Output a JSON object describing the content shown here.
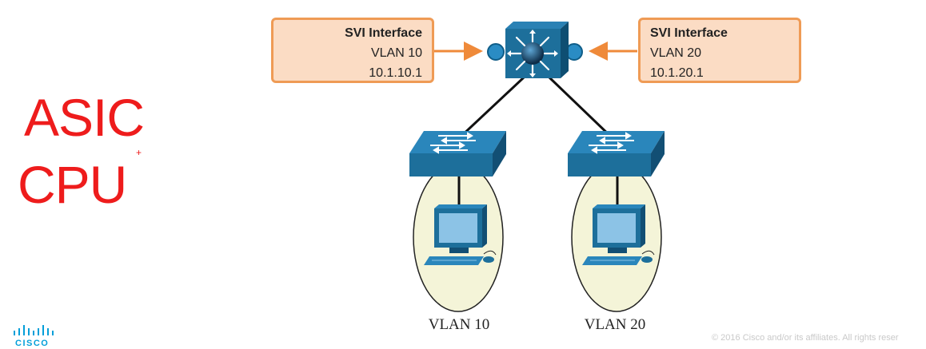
{
  "annotations": {
    "asic": "ASIC",
    "cpu": "CPU",
    "plus": "+"
  },
  "svi_left": {
    "header": "SVI Interface",
    "vlan": "VLAN 10",
    "ip": "10.1.10.1"
  },
  "svi_right": {
    "header": "SVI Interface",
    "vlan": "VLAN 20",
    "ip": "10.1.20.1"
  },
  "vlan_labels": [
    "VLAN 10",
    "VLAN 20"
  ],
  "footer": {
    "logo_text": "CISCO",
    "copyright": "© 2016  Cisco and/or its affiliates. All rights reser"
  },
  "colors": {
    "annotation_red": "#ee1c1c",
    "svi_fill": "#fbdcc4",
    "svi_border": "#ef9b55",
    "arrow_orange": "#ef8a3a",
    "switch_blue": "#1d6f9b",
    "vlan_ellipse": "#f4f4d8",
    "cisco_blue": "#049fd9"
  },
  "icons": [
    "multilayer-switch-icon",
    "access-switch-icon",
    "pc-workstation-icon",
    "cisco-logo-icon"
  ]
}
